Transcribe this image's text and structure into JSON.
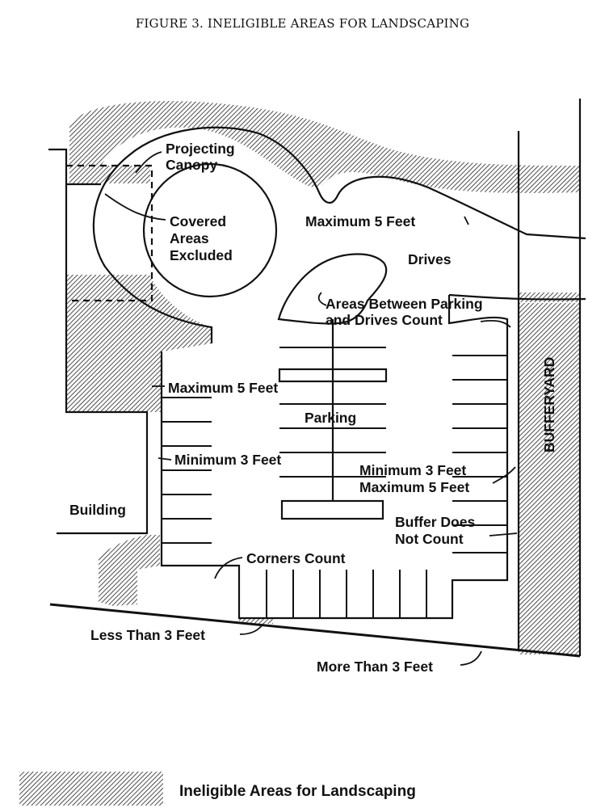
{
  "figure": {
    "title": "FIGURE 3. INELIGIBLE AREAS FOR LANDSCAPING",
    "labels": {
      "projecting_canopy": [
        "Projecting",
        "Canopy"
      ],
      "covered_areas": [
        "Covered",
        "Areas",
        "Excluded"
      ],
      "maximum_5_feet_top": "Maximum 5 Feet",
      "drives": "Drives",
      "areas_between": [
        "Areas Between Parking",
        "and Drives Count"
      ],
      "maximum_5_feet_left": "Maximum 5 Feet",
      "parking": "Parking",
      "minimum_3_feet_left": "Minimum 3 Feet",
      "min_max_right": [
        "Minimum 3 Feet",
        "Maximum 5 Feet"
      ],
      "building": "Building",
      "buffer_does_not_count": [
        "Buffer Does",
        "Not Count"
      ],
      "corners_count": "Corners Count",
      "less_than_3_feet": "Less Than 3 Feet",
      "more_than_3_feet": "More Than 3 Feet",
      "bufferyard": "BUFFERYARD"
    }
  },
  "legend": {
    "label": "Ineligible Areas for Landscaping"
  }
}
